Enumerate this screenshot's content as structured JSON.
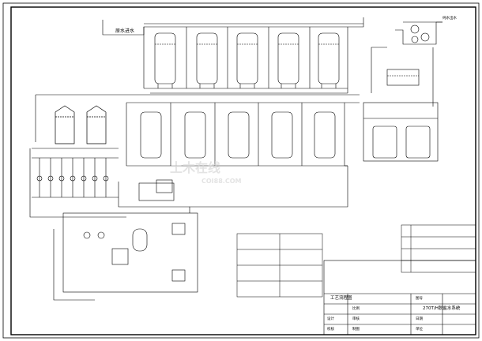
{
  "drawing": {
    "raw_water_inlet": "原水进水",
    "pure_water_out": "纯水出水"
  },
  "title_block": {
    "drawing_name": "工艺流程图",
    "project_name": "270T/H脱盐水系统",
    "scale_label": "比例",
    "sheet_label": "图号",
    "designed_label": "设计",
    "checked_label": "校核",
    "approved_label": "审核",
    "drawn_label": "制图",
    "date_label": "日期",
    "company_label": "单位"
  },
  "watermark": {
    "main": "土木在线",
    "sub": "COI88.COM"
  }
}
